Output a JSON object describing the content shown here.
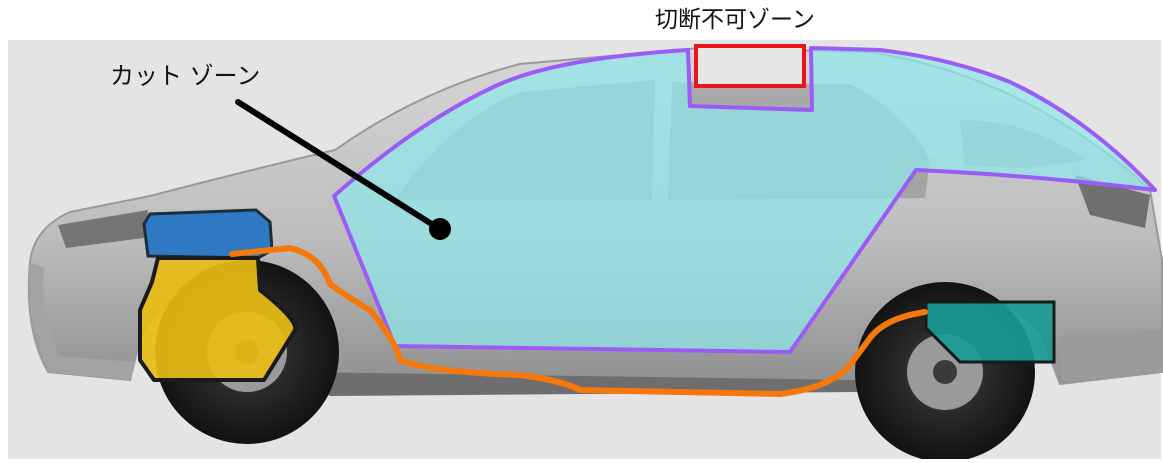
{
  "labels": {
    "no_cut_zone": "切断不可ゾーン",
    "cut_zone": "カット ゾーン"
  },
  "colors": {
    "background_panel": "#e4e4e4",
    "car_body": "#b9b9b9",
    "cut_zone_fill": "#8fe8ec",
    "cut_zone_outline": "#9b5cf5",
    "no_cut_outline": "#e8151b",
    "airbag_inflator_blue": "#2f78c4",
    "front_yellow": "#e8bd16",
    "rear_teal": "#1a9a94",
    "cable_orange": "#f5780a",
    "pointer": "#000000"
  },
  "legend_items": [
    {
      "icon": "blue-component"
    },
    {
      "icon": "yellow-component"
    },
    {
      "icon": "teal-component"
    },
    {
      "icon": "orange-cable"
    }
  ]
}
